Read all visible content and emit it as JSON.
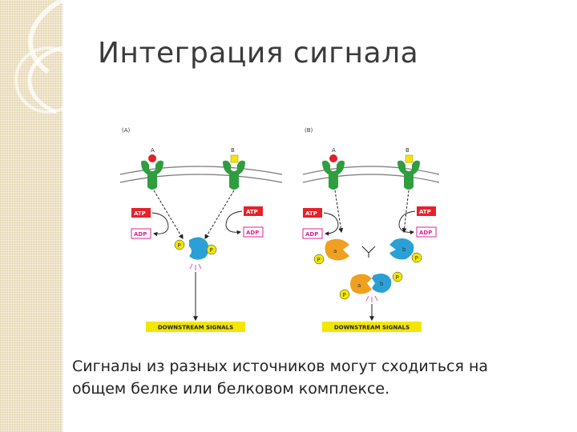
{
  "slide": {
    "title": "Интеграция сигнала",
    "caption": "Сигналы из разных источников могут сходиться на общем белке или белковом комплексе."
  },
  "figure": {
    "panel_a": {
      "label": "(A)",
      "receptor_a": "A",
      "receptor_b": "B",
      "atp_left": "ATP",
      "adp_left": "ADP",
      "atp_right": "ATP",
      "adp_right": "ADP",
      "phosphate_1": "P",
      "phosphate_2": "P",
      "output": "DOWNSTREAM SIGNALS"
    },
    "panel_b": {
      "label": "(B)",
      "receptor_a": "A",
      "receptor_b": "B",
      "atp_left": "ATP",
      "adp_left": "ADP",
      "atp_right": "ATP",
      "adp_right": "ADP",
      "protein_a": "a",
      "protein_b": "b",
      "phosphate_a": "P",
      "phosphate_b": "P",
      "phosphate_complex_a": "P",
      "phosphate_complex_b": "P",
      "complex_a": "a",
      "complex_b": "b",
      "output": "DOWNSTREAM SIGNALS"
    }
  },
  "colors": {
    "receptor": "#2e9e3e",
    "ligand_a": "#e0202a",
    "ligand_b": "#f2e600",
    "atp": "#e8202a",
    "adp": "#e0229a",
    "phosphate": "#f3e600",
    "protein_a": "#f0a020",
    "protein_b": "#2aa0d6",
    "output_box": "#f3e600"
  }
}
